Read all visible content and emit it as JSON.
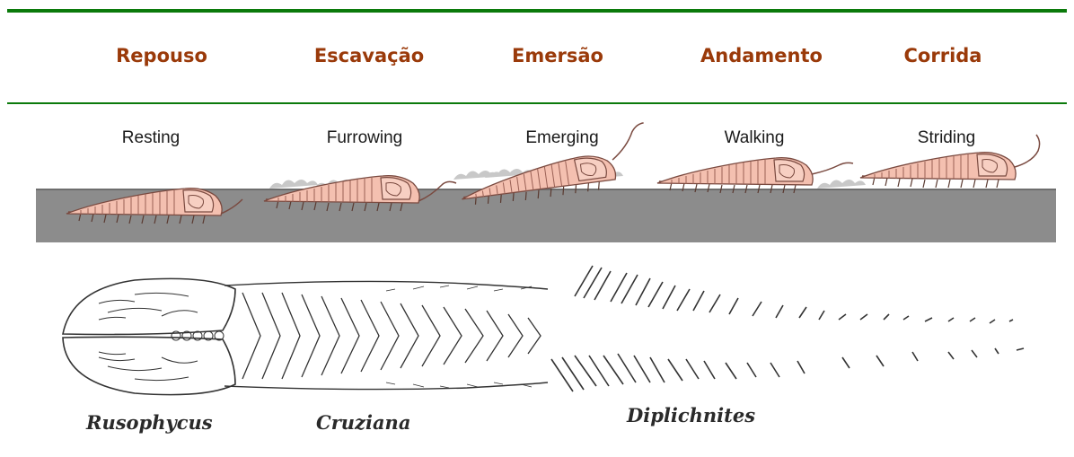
{
  "stages_pt": [
    "Repouso",
    "Escavação",
    "Emersão",
    "Andamento",
    "Corrida"
  ],
  "stages_en": [
    "Resting",
    "Furrowing",
    "Emerging",
    "Walking",
    "Striding"
  ],
  "trace_fossils": [
    "Rusophycus",
    "Cruziana",
    "Diplichnites"
  ],
  "colors": {
    "rule": "#0b7a0b",
    "stage_label": "#9a3a0a",
    "ground": "#8c8c8c",
    "trilobite_body": "#f4c0b0",
    "trilobite_outline": "#7a4a40",
    "sediment_puff": "#c8c8c8",
    "trace_ink": "#333333"
  }
}
